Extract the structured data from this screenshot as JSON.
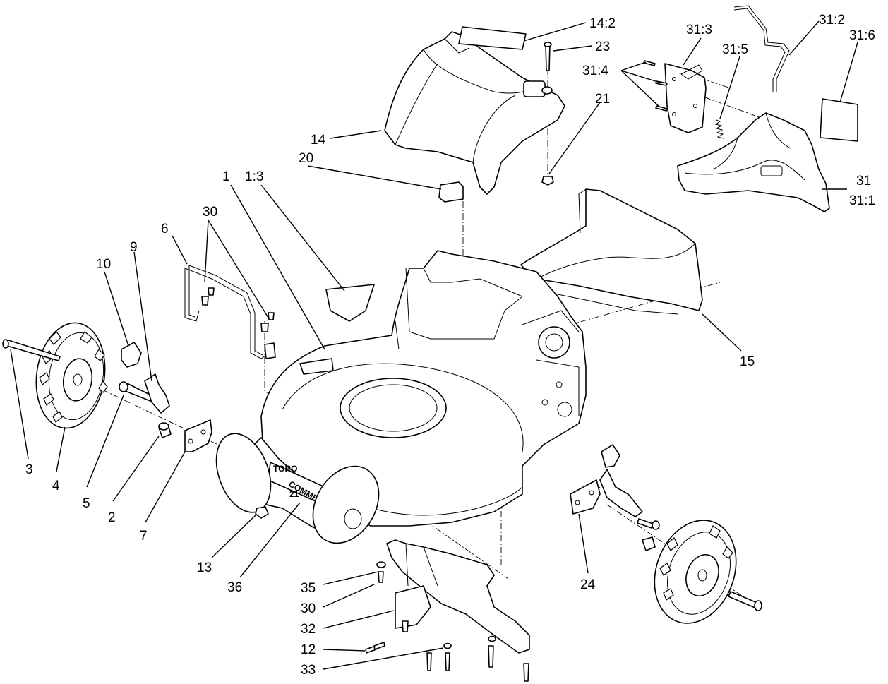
{
  "diagram": {
    "callouts": [
      {
        "id": "c-14-2",
        "text": "14:2"
      },
      {
        "id": "c-23",
        "text": "23"
      },
      {
        "id": "c-21",
        "text": "21"
      },
      {
        "id": "c-14",
        "text": "14"
      },
      {
        "id": "c-31-3",
        "text": "31:3"
      },
      {
        "id": "c-31-2",
        "text": "31:2"
      },
      {
        "id": "c-31-6",
        "text": "31:6"
      },
      {
        "id": "c-31-5",
        "text": "31:5"
      },
      {
        "id": "c-31-4",
        "text": "31:4"
      },
      {
        "id": "c-31",
        "text": "31"
      },
      {
        "id": "c-31-1",
        "text": "31:1"
      },
      {
        "id": "c-20",
        "text": "20"
      },
      {
        "id": "c-1-3",
        "text": "1:3"
      },
      {
        "id": "c-1",
        "text": "1"
      },
      {
        "id": "c-30a",
        "text": "30"
      },
      {
        "id": "c-6",
        "text": "6"
      },
      {
        "id": "c-9",
        "text": "9"
      },
      {
        "id": "c-10",
        "text": "10"
      },
      {
        "id": "c-15",
        "text": "15"
      },
      {
        "id": "c-3",
        "text": "3"
      },
      {
        "id": "c-4",
        "text": "4"
      },
      {
        "id": "c-5",
        "text": "5"
      },
      {
        "id": "c-2",
        "text": "2"
      },
      {
        "id": "c-7",
        "text": "7"
      },
      {
        "id": "c-13",
        "text": "13"
      },
      {
        "id": "c-36",
        "text": "36"
      },
      {
        "id": "c-35",
        "text": "35"
      },
      {
        "id": "c-30b",
        "text": "30"
      },
      {
        "id": "c-32",
        "text": "32"
      },
      {
        "id": "c-12",
        "text": "12"
      },
      {
        "id": "c-33",
        "text": "33"
      },
      {
        "id": "c-24",
        "text": "24"
      }
    ],
    "decal": {
      "brand": "TORO",
      "model": "COMMERCIAL",
      "size": "21"
    }
  }
}
